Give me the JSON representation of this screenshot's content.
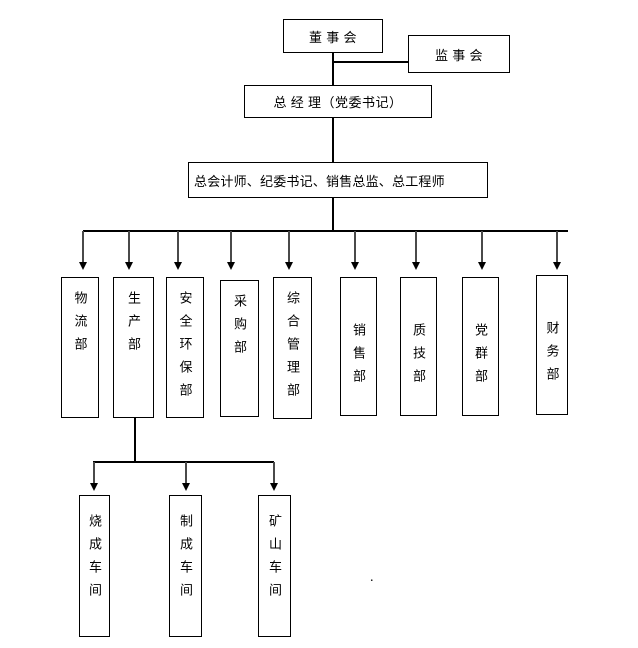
{
  "org_chart": {
    "palette": {
      "background": "#ffffff",
      "line_color": "#000000",
      "text_color": "#000000"
    },
    "board": {
      "label": "董 事 会"
    },
    "supervisory_board": {
      "label": "监 事 会"
    },
    "general_manager": {
      "label": "总 经 理（党委书记）"
    },
    "executive_staff": {
      "label": "总会计师、纪委书记、销售总监、总工程师"
    },
    "departments": [
      {
        "id": "logistics",
        "label": "物流部"
      },
      {
        "id": "production",
        "label": "生产部"
      },
      {
        "id": "safety-environment",
        "label": "安全环保部"
      },
      {
        "id": "procurement",
        "label": "采购部"
      },
      {
        "id": "general-management",
        "label": "综合管理部"
      },
      {
        "id": "sales",
        "label": "销售部"
      },
      {
        "id": "quality-technology",
        "label": "质技部"
      },
      {
        "id": "party-mass",
        "label": "党群部"
      },
      {
        "id": "finance",
        "label": "财务部"
      }
    ],
    "workshops": [
      {
        "id": "sintering",
        "label": "烧成车间"
      },
      {
        "id": "finishing",
        "label": "制成车间"
      },
      {
        "id": "mining",
        "label": "矿山车间"
      }
    ],
    "stray_mark": "."
  }
}
